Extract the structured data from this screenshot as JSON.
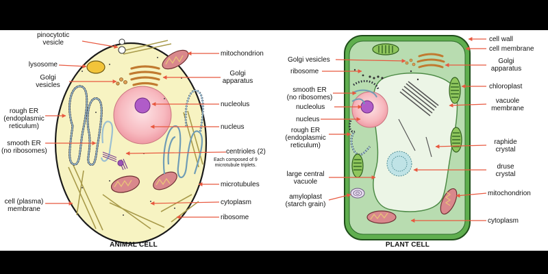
{
  "animal_cell": {
    "title": "ANIMAL CELL",
    "labels": {
      "pinocytotic_vesicle": "pinocytotic\nvesicle",
      "lysosome": "lysosome",
      "golgi_vesicles": "Golgi\nvesicles",
      "rough_er": "rough ER\n(endoplasmic\nreticulum)",
      "smooth_er": "smooth ER\n(no ribosomes)",
      "cell_membrane": "cell (plasma)\nmembrane",
      "mitochondrion": "mitochondrion",
      "golgi_apparatus": "Golgi\napparatus",
      "nucleolus": "nucleolus",
      "nucleus": "nucleus",
      "centrioles": "centrioles (2)",
      "centrioles_note": "Each composed of 9\nmicrotubule triplets.",
      "microtubules": "microtubules",
      "cytoplasm": "cytoplasm",
      "ribosome": "ribosome"
    }
  },
  "plant_cell": {
    "title": "PLANT CELL",
    "labels": {
      "golgi_vesicles": "Golgi vesicles",
      "ribosome": "ribosome",
      "smooth_er": "smooth ER\n(no ribosomes)",
      "nucleolus": "nucleolus",
      "nucleus": "nucleus",
      "rough_er": "rough ER\n(endoplasmic\nreticulum)",
      "large_central_vacuole": "large central\nvacuole",
      "amyloplast": "amyloplast\n(starch grain)",
      "cell_wall": "cell wall",
      "cell_membrane": "cell membrane",
      "golgi_apparatus": "Golgi\napparatus",
      "chloroplast": "chloroplast",
      "vacuole_membrane": "vacuole\nmembrane",
      "raphide_crystal": "raphide\ncrystal",
      "druse_crystal": "druse\ncrystal",
      "mitochondrion": "mitochondrion",
      "cytoplasm": "cytoplasm"
    }
  },
  "colors": {
    "animal_cytoplasm": "#f7f3c2",
    "plant_wall": "#5fae4e",
    "plant_cytoplasm": "#b8dcb0",
    "vacuole": "#ecf5e6",
    "nucleus": "#f7b9bf",
    "nucleolus": "#b05cc8",
    "mitochondrion": "#d9888c",
    "golgi": "#e0a056",
    "er": "#9bbfd2",
    "chloroplast": "#8fc65d",
    "arrow": "#e8583f"
  }
}
